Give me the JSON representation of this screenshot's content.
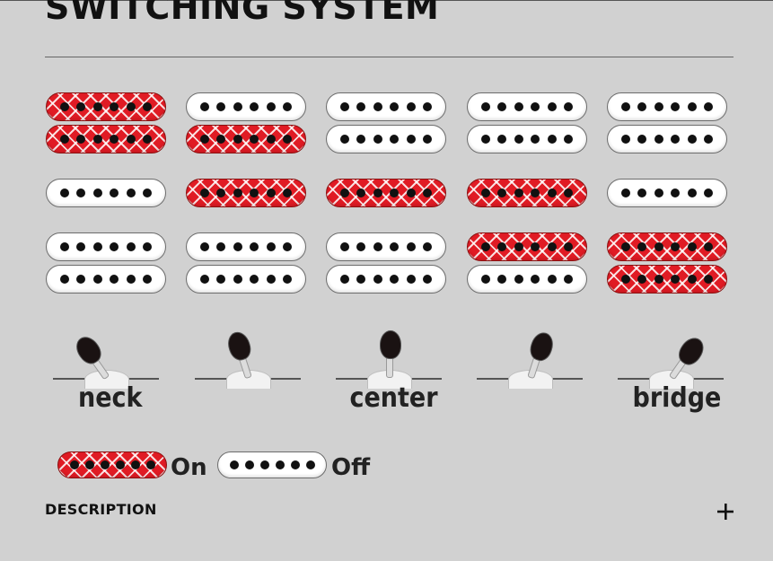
{
  "section": {
    "title": "SWITCHING SYSTEM"
  },
  "positions": [
    {
      "label": "neck",
      "lever_angle_deg": -35,
      "rows": [
        {
          "type": "humbucker",
          "coils": [
            "on",
            "on"
          ]
        },
        {
          "type": "single",
          "coils": [
            "off"
          ]
        },
        {
          "type": "humbucker",
          "coils": [
            "off",
            "off"
          ]
        }
      ]
    },
    {
      "label": "",
      "lever_angle_deg": -18,
      "rows": [
        {
          "type": "humbucker",
          "coils": [
            "off",
            "on"
          ]
        },
        {
          "type": "single",
          "coils": [
            "on"
          ]
        },
        {
          "type": "humbucker",
          "coils": [
            "off",
            "off"
          ]
        }
      ]
    },
    {
      "label": "center",
      "lever_angle_deg": 0,
      "rows": [
        {
          "type": "humbucker",
          "coils": [
            "off",
            "off"
          ]
        },
        {
          "type": "single",
          "coils": [
            "on"
          ]
        },
        {
          "type": "humbucker",
          "coils": [
            "off",
            "off"
          ]
        }
      ]
    },
    {
      "label": "",
      "lever_angle_deg": 18,
      "rows": [
        {
          "type": "humbucker",
          "coils": [
            "off",
            "off"
          ]
        },
        {
          "type": "single",
          "coils": [
            "on"
          ]
        },
        {
          "type": "humbucker",
          "coils": [
            "on",
            "off"
          ]
        }
      ]
    },
    {
      "label": "bridge",
      "lever_angle_deg": 35,
      "rows": [
        {
          "type": "humbucker",
          "coils": [
            "off",
            "off"
          ]
        },
        {
          "type": "single",
          "coils": [
            "off"
          ]
        },
        {
          "type": "humbucker",
          "coils": [
            "on",
            "on"
          ]
        }
      ]
    }
  ],
  "legend": {
    "on_label": "On",
    "off_label": "Off"
  },
  "description": {
    "label": "DESCRIPTION",
    "expand_icon": "plus-icon"
  },
  "colors": {
    "coil_on": "#e01b24",
    "coil_off": "#ffffff",
    "background": "#d1d1d1"
  }
}
